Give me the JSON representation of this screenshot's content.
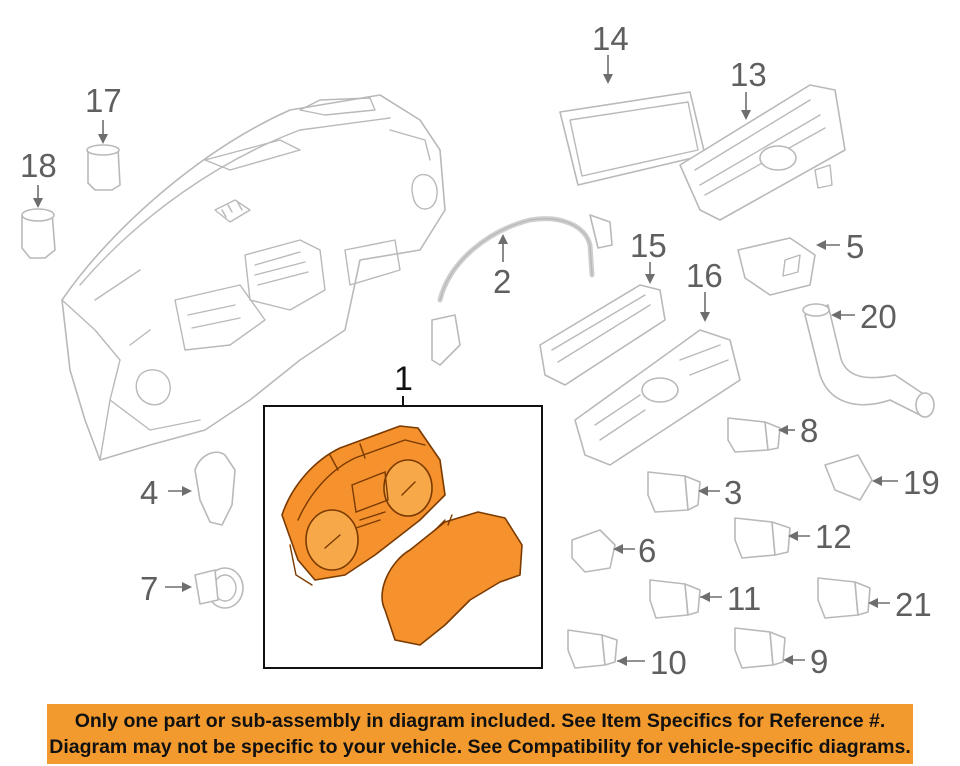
{
  "diagram": {
    "highlight_color": "#f5922e",
    "callouts": {
      "c1": "1",
      "c2": "2",
      "c3": "3",
      "c4": "4",
      "c5": "5",
      "c6": "6",
      "c7": "7",
      "c8": "8",
      "c9": "9",
      "c10": "10",
      "c11": "11",
      "c12": "12",
      "c13": "13",
      "c14": "14",
      "c15": "15",
      "c16": "16",
      "c17": "17",
      "c18": "18",
      "c19": "19",
      "c20": "20",
      "c21": "21"
    }
  },
  "banner": {
    "line1": "Only one part or sub-assembly in diagram included. See Item Specifics for Reference #.",
    "line2": "Diagram may not be specific to your vehicle. See Compatibility for vehicle-specific diagrams.",
    "color": "#f29a2e"
  }
}
